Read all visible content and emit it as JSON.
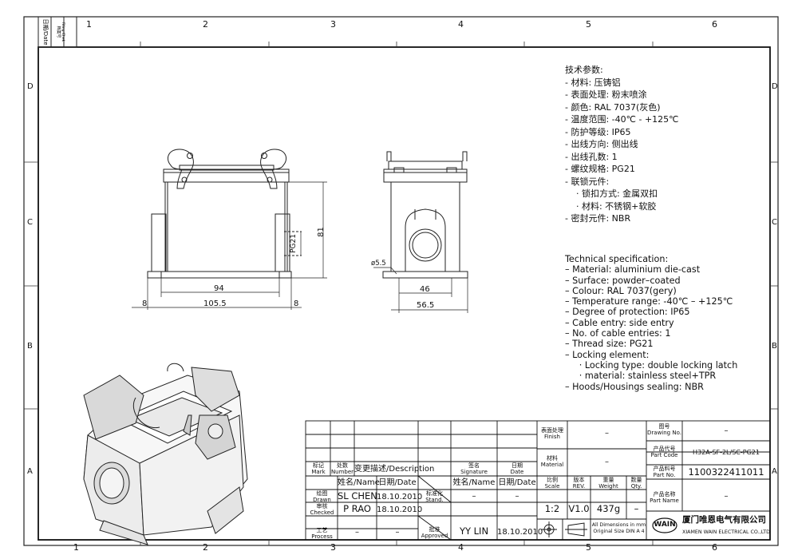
{
  "frame": {
    "top_cols": [
      "1",
      "2",
      "3",
      "4",
      "5",
      "6"
    ],
    "bottom_cols": [
      "1",
      "2",
      "3",
      "4",
      "5",
      "6"
    ],
    "side_rows": [
      "D",
      "C",
      "B",
      "A"
    ],
    "corner_box": {
      "date_label": "日期/Date",
      "filing_label": "档案号\nFiling Chek"
    }
  },
  "dimensions": {
    "front_width_inner": "94",
    "front_width_outer": "105.5",
    "front_margin_left": "8",
    "front_margin_right": "8",
    "front_height": "81",
    "thread_label": "PG21",
    "side_width_inner": "46",
    "side_width_outer": "56.5",
    "hole_dia": "ø5.5"
  },
  "spec_cn": {
    "title": "技术参数:",
    "lines": [
      "- 材料: 压铸铝",
      "- 表面处理: 粉末喷涂",
      "- 颜色: RAL 7037(灰色)",
      "- 温度范围: -40℃ - +125℃",
      "- 防护等级: IP65",
      "- 出线方向: 侧出线",
      "- 出线孔数: 1",
      "- 螺纹规格: PG21",
      "- 联锁元件:",
      "    · 锁扣方式: 金属双扣",
      "    · 材料: 不锈钢+软胶",
      "- 密封元件: NBR"
    ]
  },
  "spec_en": {
    "title": "Technical specification:",
    "lines": [
      "– Material: aluminium die-cast",
      "– Surface: powder–coated",
      "– Colour: RAL 7037(gery)",
      "– Temperature range: -40℃ – +125℃",
      "– Degree of protection: IP65",
      "– Cable entry: side entry",
      "– No. of cable entries: 1",
      "– Thread size: PG21",
      "– Locking element:",
      "     · Locking type: double locking latch",
      "     · material: stainless steel+TPR",
      "– Hoods/Housings sealing: NBR"
    ]
  },
  "title_block": {
    "mark": "标记\nMark",
    "number": "处数\nNumber",
    "change_desc": "变更描述/Description",
    "signature": "签名\nSignature",
    "date_h": "日期\nDate",
    "name_h": "姓名/Name",
    "date_h2": "日期/Date",
    "stand_label": "标准化\nStand.",
    "name_h3": "姓名/Name",
    "date_h3": "日期/Date",
    "drawn_label": "绘图\nDrawn",
    "drawn_name": "SL CHEN",
    "drawn_date": "18.10.2010",
    "stand_dash": "–",
    "stand_dash2": "–",
    "checked_label": "审核\nChecked",
    "checked_name": "P RAO",
    "checked_date": "18.10.2010",
    "process_label": "工艺\nProcess",
    "process_name": "–",
    "process_date": "–",
    "approved_label": "批准\nApproved",
    "approved_name": "YY LIN",
    "approved_date": "18.10.2010",
    "finish_label": "表面处理\nFinish",
    "finish_value": "–",
    "material_label": "材料\nMaterial",
    "material_value": "–",
    "scale_label": "比例\nScale",
    "rev_label": "版本\nREV.",
    "weight_label": "重量\nWeight",
    "qty_label": "数量\nQty.",
    "scale_value": "1:2",
    "rev_value": "V1.0",
    "weight_value": "437g",
    "qty_value": "–",
    "dims_note": "All Dimensions in mm\nOriginal Size DIN A 4",
    "drawing_no_label": "图号\nDrawing No.",
    "drawing_no_value": "–",
    "part_code_label": "产品代号\nPart Code",
    "part_code_value": "H32A-SF-2L/SC-PG21",
    "part_no_label": "产品料号\nPart No.",
    "part_no_value": "1100322411011",
    "part_name_label": "产品名称\nPart Name",
    "part_name_value": "–",
    "company_logo": "WAIN",
    "company_cn": "厦门唯恩电气有限公司",
    "company_en": "XIAMEN WAIN ELECTRICAL CO.,LTD"
  }
}
